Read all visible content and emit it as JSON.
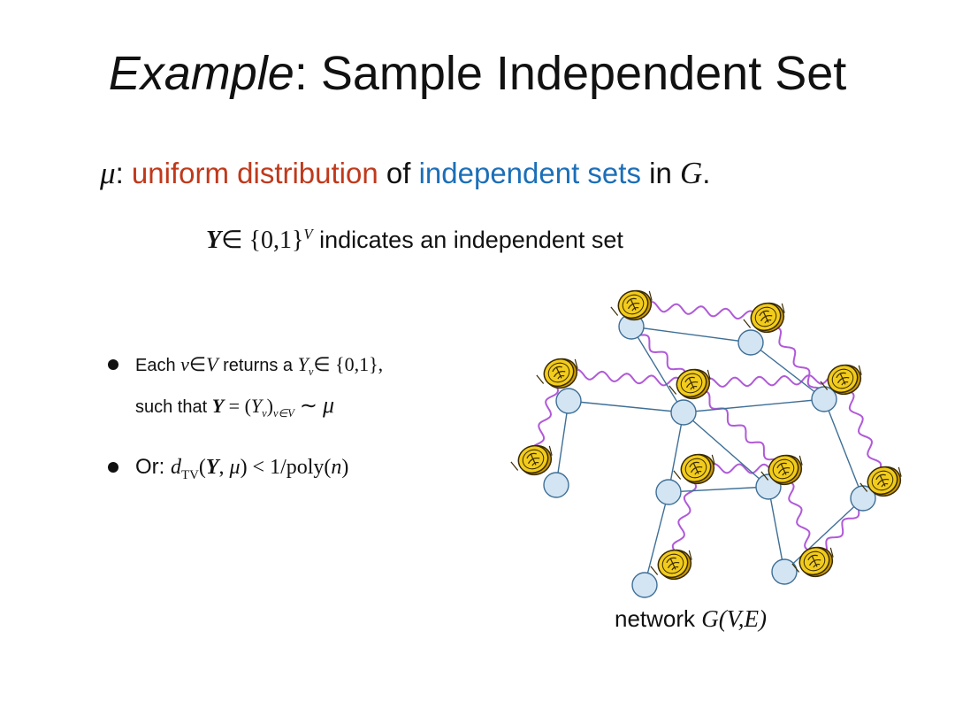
{
  "slide": {
    "title_italic": "Example",
    "title_rest": ": Sample Independent Set",
    "subtitle": {
      "mu": "μ",
      "colon": ": ",
      "red_phrase": "uniform distribution",
      "mid": " of ",
      "blue_phrase": "independent sets",
      "end": " in ",
      "graph": "G",
      "period": "."
    },
    "indicator": {
      "var": "Y",
      "in": "∈ {0,1}",
      "sup": "V",
      "text": " indicates an independent set"
    },
    "bullet1": {
      "t1": "Each ",
      "v": "v",
      "in1": "∈",
      "V": "V",
      "t2": " returns a ",
      "Y": "Y",
      "sub_v": "v",
      "set": "∈ {0,1},",
      "t3": "such that ",
      "Ybold": "Y",
      "eq": " = (",
      "Y2": "Y",
      "sub_v2": "v",
      "close": ")",
      "sub_vinV": "v∈V",
      "sim": " ∼ ",
      "mu": "μ"
    },
    "bullet2": {
      "or": "Or:  ",
      "d": "d",
      "tv": "TV",
      "open": "(",
      "Ybold": "Y",
      "comma": ", ",
      "mu": "μ",
      "rest": ") < 1/poly(",
      "n": "n",
      "end": ")"
    },
    "caption": {
      "text": "network ",
      "G": "G",
      "args": "(V,E)"
    }
  },
  "colors": {
    "red": "#c0391b",
    "blue": "#1b6fb8",
    "node_fill": "#d3e4f3",
    "node_stroke": "#3f6f96",
    "edge": "#3f6f96",
    "wavy": "#b05ad8",
    "coin": "#f2cc1c",
    "coin_edge": "#3a2a00"
  },
  "graph": {
    "nodes": [
      "n1",
      "n2",
      "n3",
      "n4",
      "n5",
      "n6",
      "n7",
      "n8",
      "n9",
      "n10",
      "n11"
    ],
    "edges": [
      [
        "n1",
        "n2"
      ],
      [
        "n1",
        "n4"
      ],
      [
        "n2",
        "n5"
      ],
      [
        "n3",
        "n4"
      ],
      [
        "n3",
        "n6"
      ],
      [
        "n4",
        "n5"
      ],
      [
        "n4",
        "n7"
      ],
      [
        "n4",
        "n8"
      ],
      [
        "n5",
        "n9"
      ],
      [
        "n7",
        "n8"
      ],
      [
        "n7",
        "n10"
      ],
      [
        "n8",
        "n11"
      ],
      [
        "n9",
        "n11"
      ]
    ],
    "coins": [
      "c1",
      "c2",
      "c3",
      "c4",
      "c5",
      "c6",
      "c7",
      "c8",
      "c9",
      "c10",
      "c11"
    ]
  }
}
